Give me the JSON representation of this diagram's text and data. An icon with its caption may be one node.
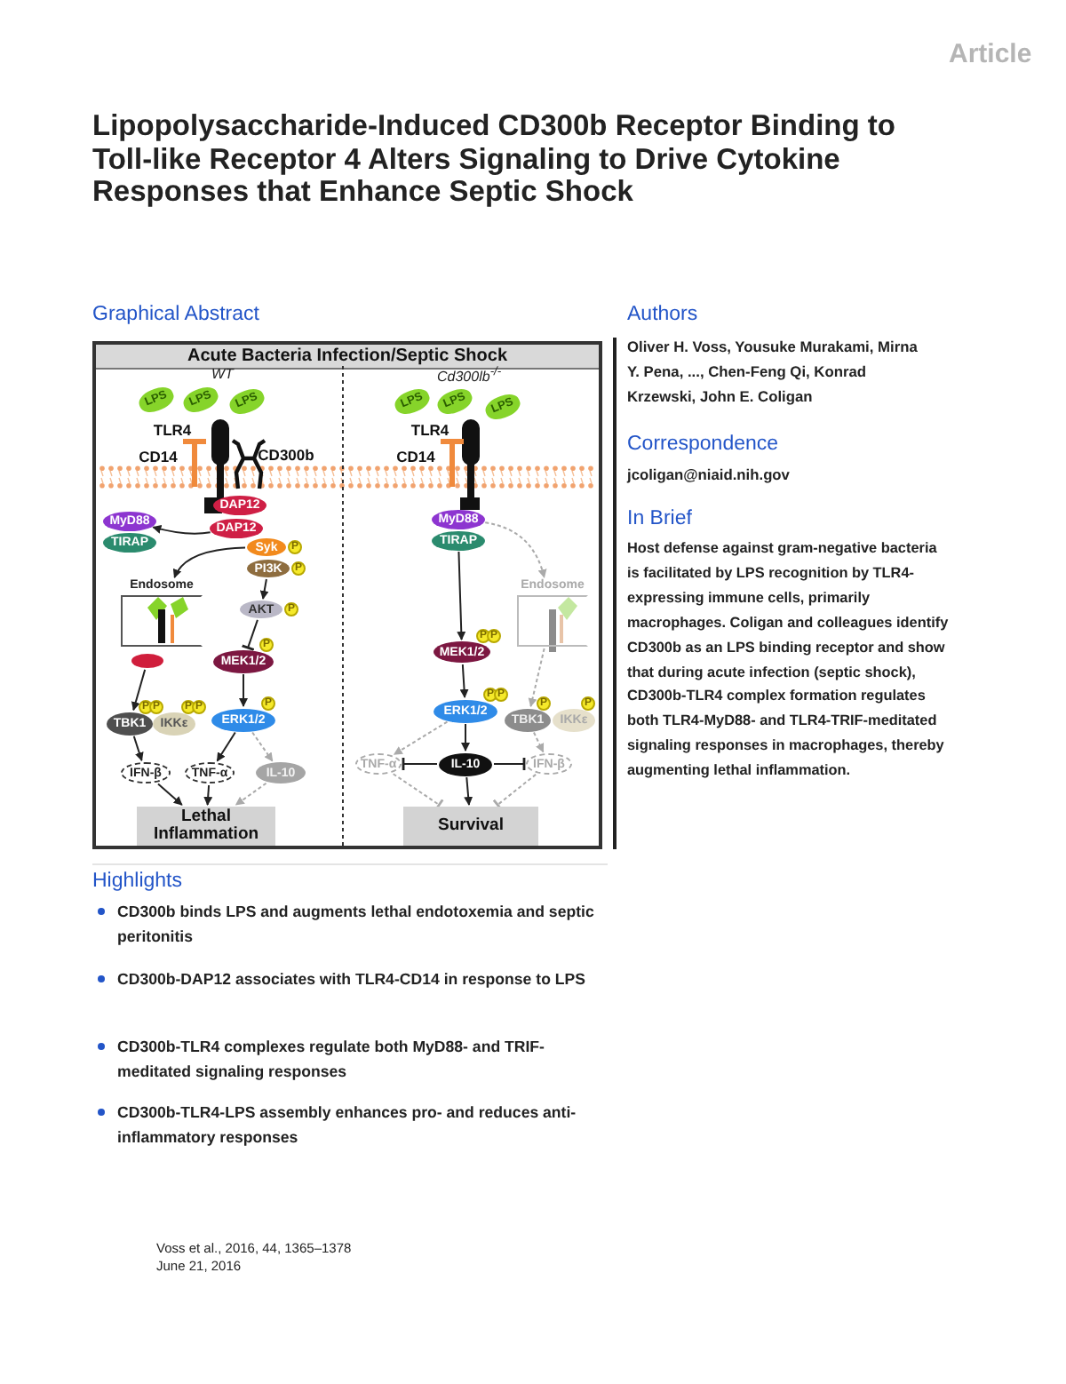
{
  "diagram": {
    "title": "Lipopolysaccharide-Induced CD300b Receptor Binding to Toll-like Receptor 4 Alters Signaling to Drive Cytokine Responses that Enhance Septic Shock",
    "nodes": [
      {
        "text": [
          "Acute Bacteria Infection/Septic Shock"
        ]
      },
      {
        "text": [
          "LPS"
        ],
        "in": 0
      },
      {
        "text": [
          "LPS"
        ],
        "in": 0
      },
      {
        "text": [
          "LPS"
        ],
        "in": 0
      },
      {
        "text": [
          "TLR4"
        ],
        "in": 0
      },
      {
        "text": [
          "CD14"
        ],
        "in": 0
      },
      {
        "text": [
          "CD300b"
        ],
        "in": 0
      },
      {
        "text": [
          "DAP12"
        ],
        "in": 0
      },
      {
        "text": [
          "DAP12"
        ],
        "in": 0
      },
      {
        "text": [
          "MyD88"
        ],
        "in": 0
      },
      {
        "text": [
          "TIRAP"
        ],
        "in": 0
      },
      {
        "text": [
          "Syk"
        ],
        "beside": [
          "P"
        ],
        "in": 0
      },
      {
        "text": [
          "PI3K"
        ],
        "beside": [
          "P"
        ],
        "in": 0
      },
      {
        "text": [
          "Endosome"
        ],
        "in": 0
      },
      {
        "text": [],
        "shape": "oval",
        "in": 0
      },
      {
        "text": [
          "AKT"
        ],
        "beside": [
          "P"
        ],
        "in": 0
      },
      {
        "text": [
          "MEK1/2"
        ],
        "beside": [
          "P"
        ],
        "in": 0
      },
      {
        "text": [
          "TBK1"
        ],
        "beside": [
          "P",
          "P"
        ],
        "in": 0
      },
      {
        "text": [
          "IKKε"
        ],
        "beside": [
          "P",
          "P"
        ],
        "in": 0
      },
      {
        "text": [
          "ERK1/2"
        ],
        "beside": [
          "P"
        ],
        "in": 0
      },
      {
        "text": [
          "IFN-β"
        ],
        "in": 0
      },
      {
        "text": [
          "TNF-α"
        ],
        "in": 0
      },
      {
        "text": [
          "IL-10"
        ],
        "in": 0
      },
      {
        "text": [
          "Lethal Inflammation"
        ],
        "in": 0
      },
      {
        "text": [
          "LPS"
        ],
        "in": 0
      },
      {
        "text": [
          "LPS"
        ],
        "in": 0
      },
      {
        "text": [
          "LPS"
        ],
        "in": 0
      },
      {
        "text": [
          "TLR4"
        ],
        "in": 0
      },
      {
        "text": [
          "CD14"
        ],
        "in": 0
      },
      {
        "text": [
          "MyD88"
        ],
        "in": 0
      },
      {
        "text": [
          "TIRAP"
        ],
        "in": 0
      },
      {
        "text": [
          "Endosome"
        ],
        "in": 0
      },
      {
        "text": [
          "MEK1/2"
        ],
        "beside": [
          "P",
          "P"
        ],
        "in": 0
      },
      {
        "text": [
          "ERK1/2"
        ],
        "beside": [
          "P",
          "P"
        ],
        "in": 0
      },
      {
        "text": [
          "TBK1"
        ],
        "beside": [
          "P"
        ],
        "in": 0
      },
      {
        "text": [
          "IKKε"
        ],
        "beside": [
          "P"
        ],
        "in": 0
      },
      {
        "text": [
          "TNF-α"
        ],
        "in": 0
      },
      {
        "text": [
          "IL-10"
        ],
        "in": 0
      },
      {
        "text": [
          "IFN-β"
        ],
        "in": 0
      },
      {
        "text": [
          "Survival"
        ],
        "in": 0
      }
    ],
    "edges": [
      {
        "from": 8,
        "to": 9,
        "arrow": "to"
      },
      {
        "from": 11,
        "to": 13,
        "arrow": "to"
      },
      {
        "from": 12,
        "to": 15,
        "arrow": "to"
      },
      {
        "from": 15,
        "to": 16,
        "arrow": "other"
      },
      {
        "from": 16,
        "to": 19,
        "arrow": "to"
      },
      {
        "from": 14,
        "to": 17,
        "arrow": "to"
      },
      {
        "from": 17,
        "to": 20,
        "arrow": "to"
      },
      {
        "from": 19,
        "to": 21,
        "arrow": "to"
      },
      {
        "from": 19,
        "to": 22,
        "arrow": "to",
        "style": "dashed",
        "color": "#aaaaaa"
      },
      {
        "from": 20,
        "to": 23,
        "arrow": "to"
      },
      {
        "from": 21,
        "to": 23,
        "arrow": "to"
      },
      {
        "from": 22,
        "to": 23,
        "arrow": "to",
        "style": "dashed",
        "color": "#aaaaaa"
      },
      {
        "from": 29,
        "to": 31,
        "arrow": "to",
        "style": "dashed",
        "color": "#aaaaaa"
      },
      {
        "from": 30,
        "to": 32,
        "arrow": "to"
      },
      {
        "from": 32,
        "to": 33,
        "arrow": "to"
      },
      {
        "from": 33,
        "to": 36,
        "arrow": "to",
        "style": "dashed",
        "color": "#aaaaaa"
      },
      {
        "from": 33,
        "to": 37,
        "arrow": "to"
      },
      {
        "from": 37,
        "to": 36,
        "arrow": "other"
      },
      {
        "from": 37,
        "to": 38,
        "arrow": "other"
      },
      {
        "from": 31,
        "to": 34,
        "arrow": "to",
        "style": "dashed",
        "color": "#aaaaaa"
      },
      {
        "from": 34,
        "to": 38,
        "arrow": "to",
        "style": "dashed",
        "color": "#aaaaaa"
      },
      {
        "from": 37,
        "to": 39,
        "arrow": "to"
      },
      {
        "from": 36,
        "to": 39,
        "arrow": "other",
        "style": "dashed",
        "color": "#aaaaaa"
      },
      {
        "from": 38,
        "to": 39,
        "arrow": "other",
        "style": "dashed",
        "color": "#aaaaaa"
      }
    ],
    "labels": [
      "Article",
      "Graphical Abstract",
      "WT",
      "Cd300lb$^{-/-}$",
      "Authors",
      "Oliver H. Voss, Yousuke Murakami, Mirna Y. Pena, ..., Chen-Feng Qi, Konrad Krzewski, John E. Coligan",
      "Correspondence",
      "jcoligan@niaid.nih.gov",
      "In Brief",
      "Host defense against gram-negative bacteria is facilitated by LPS recognition by TLR4-expressing immune cells, primarily macrophages. Coligan and colleagues identify CD300b as an LPS binding receptor and show that during acute infection (septic shock), CD300b-TLR4 complex formation regulates both TLR4-MyD88- and TLR4-TRIF-meditated signaling responses in macrophages, thereby augmenting lethal inflammation.",
      "Highlights",
      "CD300b binds LPS and augments lethal endotoxemia and septic peritonitis",
      "CD300b-DAP12 associates with TLR4-CD14 in response to LPS",
      "CD300b-TLR4 complexes regulate both MyD88- and TRIF-meditated signaling responses",
      "CD300b-TLR4-LPS assembly enhances pro- and reduces anti-inflammatory responses",
      "Voss et al., 2016, 44, 1365–1378",
      "June 21, 2016"
    ]
  }
}
